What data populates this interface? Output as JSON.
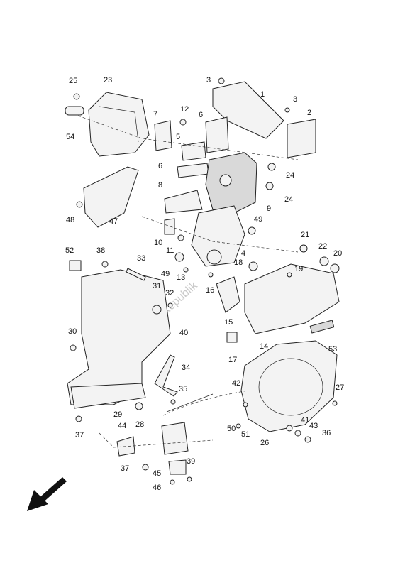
{
  "watermark": "PartsRepublik",
  "callouts": [
    "1",
    "2",
    "3",
    "3",
    "4",
    "5",
    "6",
    "6",
    "7",
    "8",
    "9",
    "10",
    "11",
    "12",
    "13",
    "14",
    "15",
    "16",
    "17",
    "18",
    "19",
    "20",
    "21",
    "22",
    "23",
    "24",
    "24",
    "25",
    "26",
    "27",
    "28",
    "29",
    "30",
    "31",
    "32",
    "33",
    "34",
    "35",
    "36",
    "37",
    "37",
    "38",
    "39",
    "40",
    "41",
    "42",
    "43",
    "44",
    "45",
    "46",
    "47",
    "48",
    "49",
    "49",
    "50",
    "51",
    "52",
    "53",
    "54"
  ],
  "orientation_icon": "arrow-down-left-icon"
}
